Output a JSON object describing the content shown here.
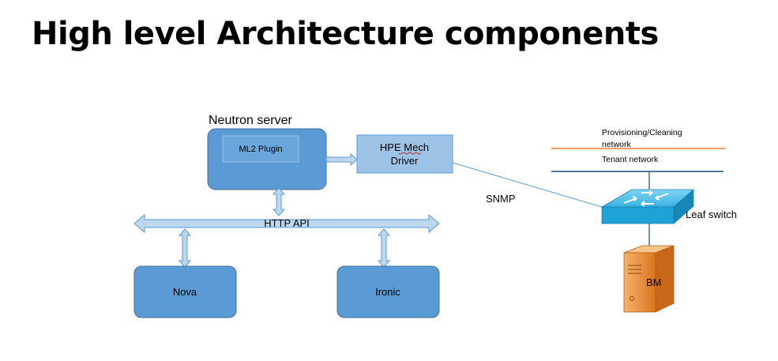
{
  "title": "High level Architecture components",
  "diagram": {
    "neutron_server_label": "Neutron server",
    "ml2_plugin_label": "ML2 Plugin",
    "hpe_mech_driver_line1": "HPE Mech",
    "hpe_mech_driver_line2": "Driver",
    "http_api_label": "HTTP API",
    "nova_label": "Nova",
    "ironic_label": "Ironic",
    "snmp_label": "SNMP",
    "provisioning_network_line1": "Provisioning/Cleaning",
    "provisioning_network_line2": "network",
    "tenant_network_label": "Tenant network",
    "leaf_switch_label": "Leaf switch",
    "bm_label": "BM"
  },
  "colors": {
    "box_fill": "#5b9bd5",
    "box_stroke": "#41719c",
    "arrow_fill": "#bdd7ee",
    "arrow_stroke": "#5b9bd5",
    "provisioning_line": "#ed7d31",
    "tenant_line": "#1f4e79",
    "switch": "#1fa2d6",
    "server": "#e48c2f"
  }
}
